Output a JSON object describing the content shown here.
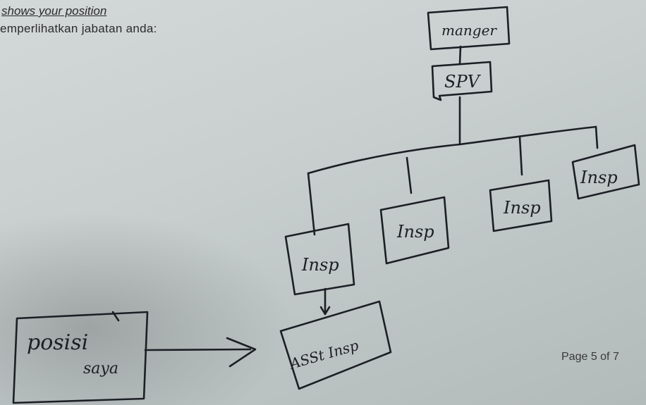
{
  "header": {
    "line1": "shows your position",
    "line2": "emperlihatkan jabatan anda:"
  },
  "footer": {
    "page": "Page 5 of 7"
  },
  "org_chart": {
    "top": "manger",
    "second": "SPV",
    "inspectors": [
      "Insp",
      "Insp",
      "Insp",
      "Insp"
    ],
    "assistant": "ASSt Insp"
  },
  "note": {
    "line1": "posisi",
    "line2": "saya"
  },
  "colors": {
    "ink": "#1c1f24",
    "paper": "#cfd4d4"
  }
}
